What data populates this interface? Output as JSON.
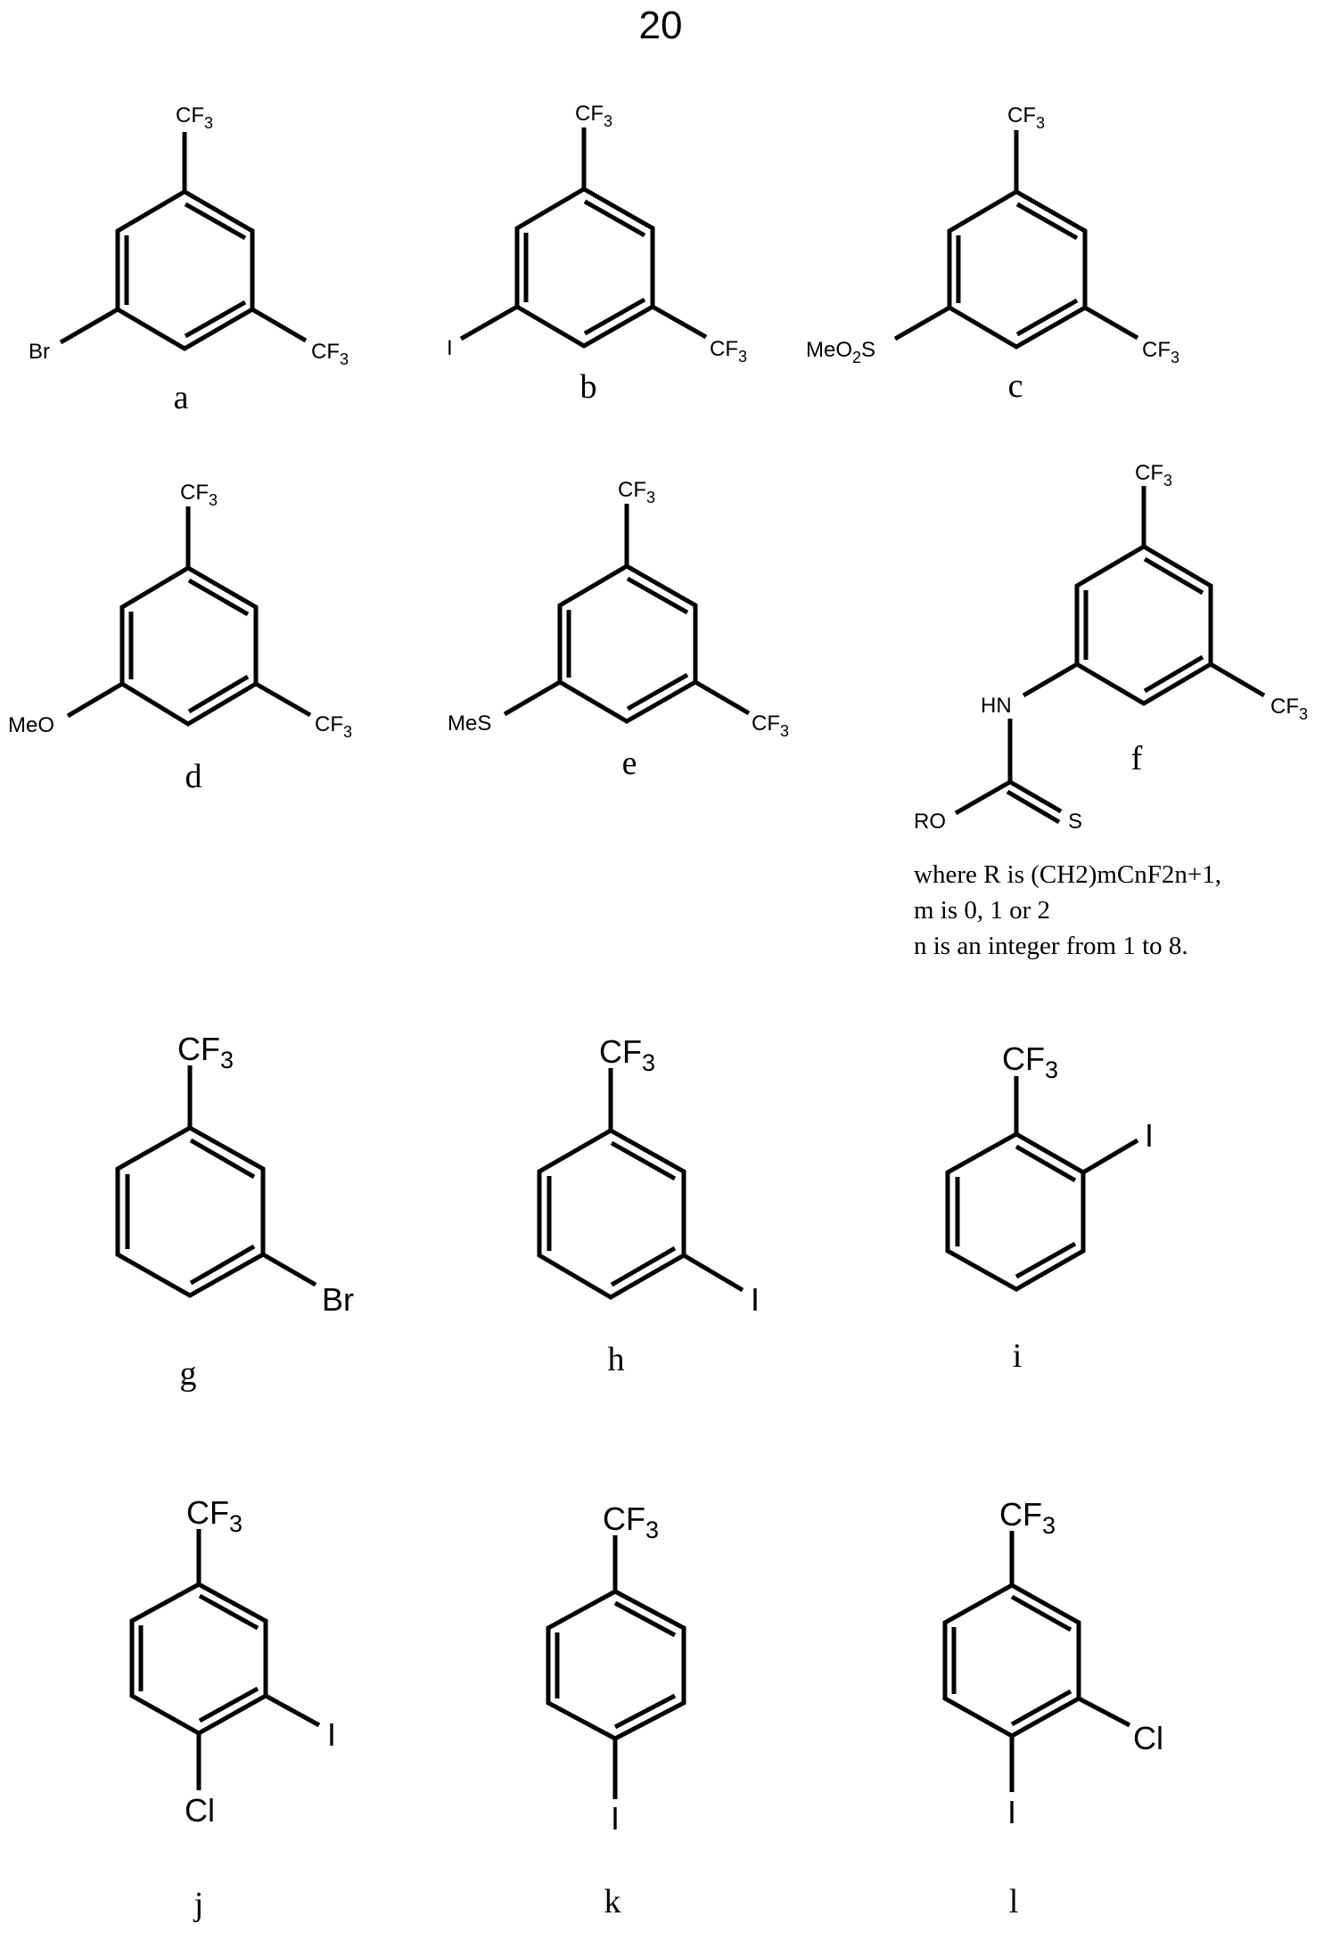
{
  "page_number": "20",
  "compounds": {
    "a": {
      "label": "a",
      "top": "CF",
      "top_sub": "3",
      "left": "Br",
      "right": "CF",
      "right_sub": "3"
    },
    "b": {
      "label": "b",
      "top": "CF",
      "top_sub": "3",
      "left": "I",
      "right": "CF",
      "right_sub": "3"
    },
    "c": {
      "label": "c",
      "top": "CF",
      "top_sub": "3",
      "left_pre": "MeO",
      "left_sub": "2",
      "left_post": "S",
      "right": "CF",
      "right_sub": "3"
    },
    "d": {
      "label": "d",
      "top": "CF",
      "top_sub": "3",
      "left": "MeO",
      "right": "CF",
      "right_sub": "3"
    },
    "e": {
      "label": "e",
      "top": "CF",
      "top_sub": "3",
      "left": "MeS",
      "right": "CF",
      "right_sub": "3"
    },
    "f": {
      "label": "f",
      "top": "CF",
      "top_sub": "3",
      "nh": "HN",
      "ro": "RO",
      "s": "S",
      "right": "CF",
      "right_sub": "3",
      "note": [
        "where R is (CH2)mCnF2n+1,",
        "m is 0, 1 or 2",
        "n is an integer from 1 to 8."
      ]
    },
    "g": {
      "label": "g",
      "top": "CF",
      "top_sub": "3",
      "sub": "Br"
    },
    "h": {
      "label": "h",
      "top": "CF",
      "top_sub": "3",
      "sub": "I"
    },
    "i": {
      "label": "i",
      "top": "CF",
      "top_sub": "3",
      "sub": "I"
    },
    "j": {
      "label": "j",
      "top": "CF",
      "top_sub": "3",
      "sub_right": "I",
      "sub_bottom": "Cl"
    },
    "k": {
      "label": "k",
      "top": "CF",
      "top_sub": "3",
      "sub_bottom": "I"
    },
    "l": {
      "label": "l",
      "top": "CF",
      "top_sub": "3",
      "sub_right": "Cl",
      "sub_bottom": "I"
    }
  }
}
